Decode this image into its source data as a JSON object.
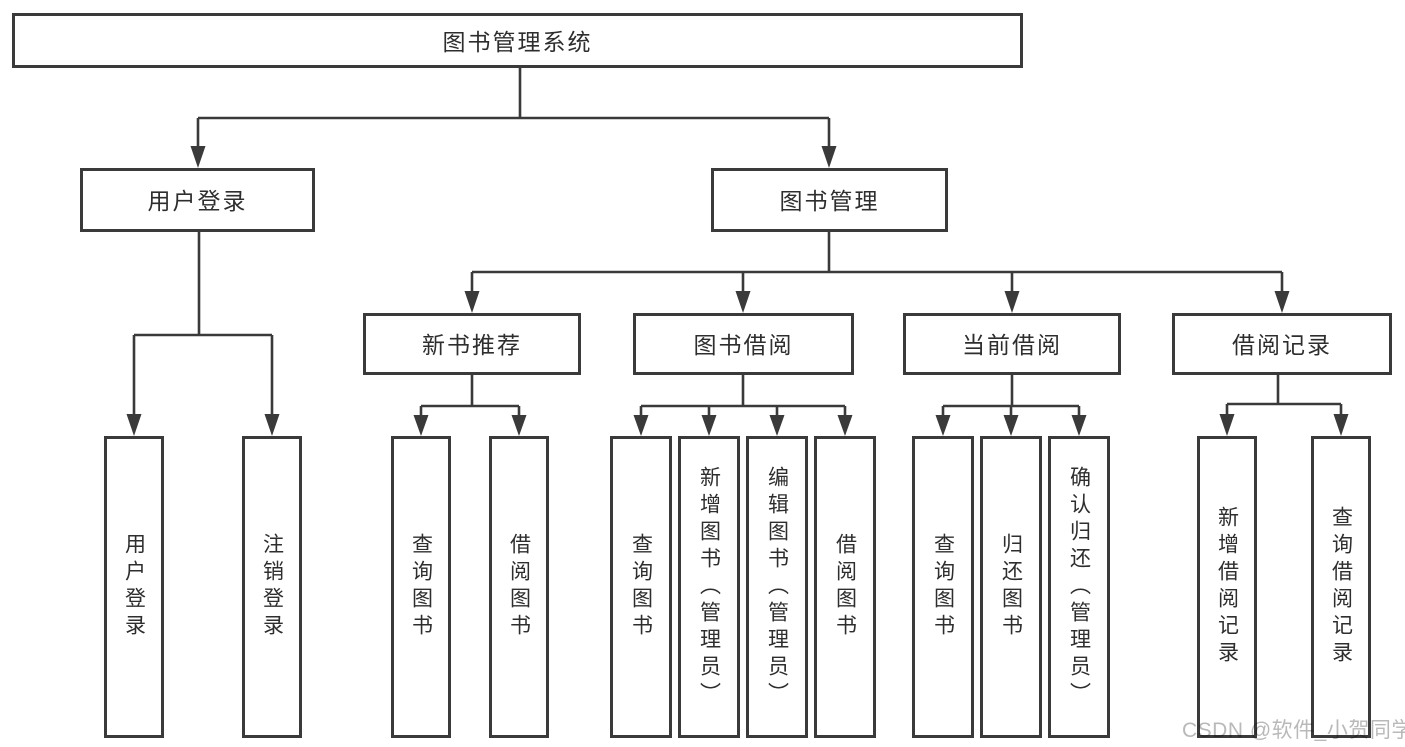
{
  "diagram": {
    "root": {
      "label": "图书管理系统"
    },
    "level2": [
      {
        "label": "用户登录"
      },
      {
        "label": "图书管理"
      }
    ],
    "level3": [
      {
        "label": "新书推荐"
      },
      {
        "label": "图书借阅"
      },
      {
        "label": "当前借阅"
      },
      {
        "label": "借阅记录"
      }
    ],
    "leaves": {
      "login": [
        "用户登录",
        "注销登录"
      ],
      "new_books": [
        "查询图书",
        "借阅图书"
      ],
      "borrow": [
        "查询图书",
        "新增图书（管理员）",
        "编辑图书（管理员）",
        "借阅图书"
      ],
      "current": [
        "查询图书",
        "归还图书",
        "确认归还（管理员）"
      ],
      "records": [
        "新增借阅记录",
        "查询借阅记录"
      ]
    }
  },
  "watermark": "CSDN @软件_小贺同学",
  "colors": {
    "line": "#3a3a3a",
    "text": "#2e2e2e",
    "watermark": "#b9b9b9",
    "background": "#ffffff"
  }
}
